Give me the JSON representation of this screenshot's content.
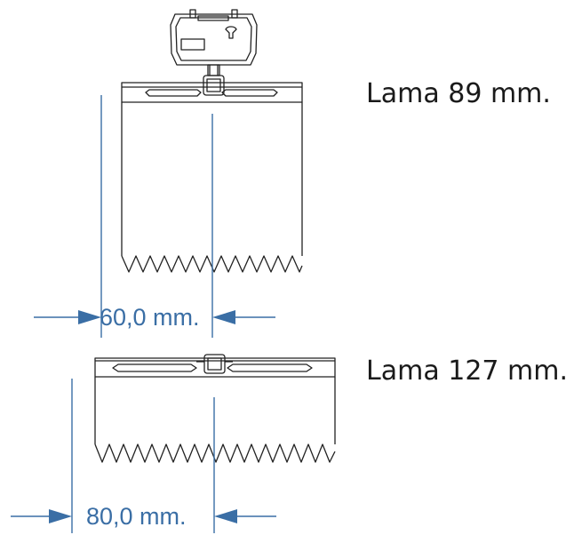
{
  "slat_89": {
    "label": "Lama 89 mm.",
    "dimension": "60,0 mm."
  },
  "slat_127": {
    "label": "Lama 127 mm.",
    "dimension": "80,0 mm."
  },
  "colors": {
    "outline": "#222222",
    "dimension": "#3a6ea5"
  }
}
